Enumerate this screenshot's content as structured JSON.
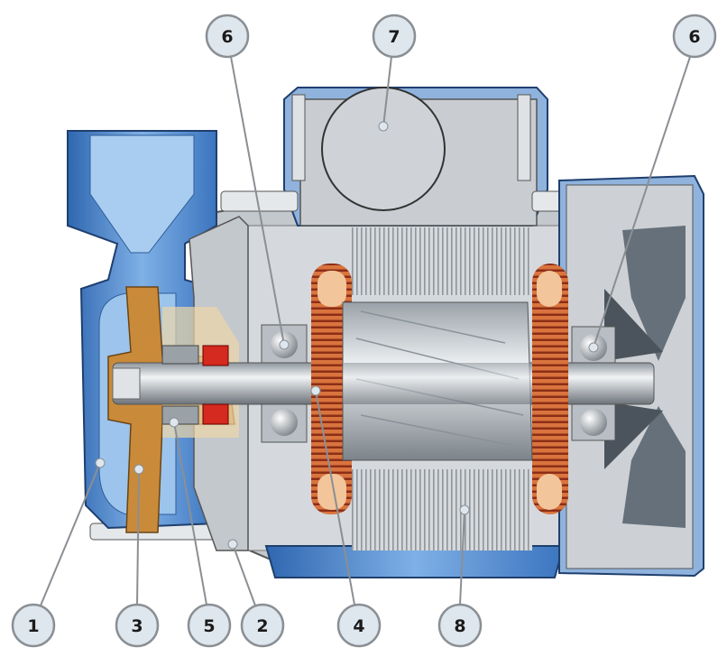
{
  "diagram": {
    "callouts": [
      {
        "label": "1"
      },
      {
        "label": "2"
      },
      {
        "label": "3"
      },
      {
        "label": "4"
      },
      {
        "label": "5"
      },
      {
        "label": "6"
      },
      {
        "label": "6"
      },
      {
        "label": "7"
      },
      {
        "label": "8"
      }
    ]
  },
  "colors": {
    "casing_blue": "#3f7cc4",
    "motor_gray": "#c9cdd1",
    "copper": "#c4562f",
    "impeller": "#c98a3a",
    "callout_fill": "#dfe7ee"
  }
}
